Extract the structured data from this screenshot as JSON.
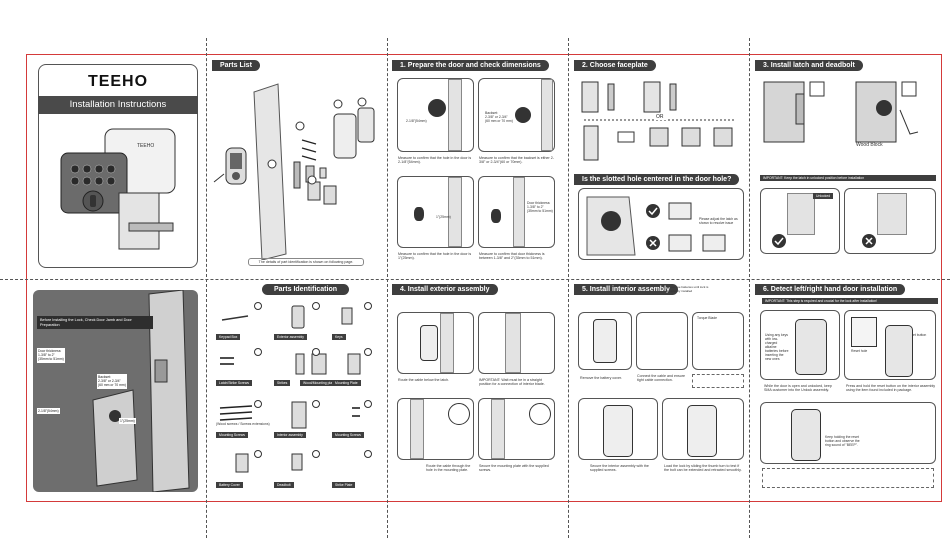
{
  "brand": "TEEHO",
  "cover": {
    "title": "Installation Instructions"
  },
  "parts_list": {
    "header": "Parts List",
    "footnote": "The details of part identification is shown on following page."
  },
  "step1": {
    "header": "1. Prepare the door and check dimensions",
    "hole_label": "2-1/8\"(54mm)",
    "backset_label": "Backset:\n2-3/8\" or 2-3/4\"\n(60 mm or 70 mm)",
    "latch_hole_label": "1\"(25mm)",
    "thickness_label": "Door thickness:\n1-3/8\" to 2\"\n(35mm to 51mm)",
    "cap1": "Measure to confirm that the hole in the door is 2-1/8\"(54mm).",
    "cap2": "Measure to confirm that the backset is either 2-3/8\" or 2-3/4\"(60 or 70mm).",
    "cap3": "Measure to confirm that the hole in the door is 1\"(25mm).",
    "cap4": "Measure to confirm that door thickness is between 1-3/8\" and 2\"(35mm to 51mm)."
  },
  "step2": {
    "header": "2. Choose faceplate",
    "or": "OR",
    "sub_header": "Is the slotted hole centered in the door hole?",
    "adjust_note": "Please adjust the latch as shown to resolve issue"
  },
  "step3": {
    "header": "3. Install latch and deadbolt",
    "wood_block": "Wood Block",
    "important": "IMPORTANT: Keep the latch in unlocked position before installation",
    "unlocked": "Unlocked"
  },
  "prep_card": {
    "title": "Before Installing the Lock, Check Door Jamb and Door Preparation",
    "thickness": "Door thickness:\n1-3/8\" to 2\"\n(35mm to 51mm)",
    "backset": "Backset:\n2-3/8\" or 2-3/4\"\n(60 mm or 70 mm)",
    "hole": "2-1/8\"(54mm)",
    "latch": "1\"(25mm)"
  },
  "parts_id": {
    "header": "Parts Identification",
    "labels": [
      "Keypad Box",
      "Exterior assembly",
      "Keys",
      "Latch/Strike Screws",
      "Strikes",
      "Wood/Mounting plate",
      "Mounting Plate",
      "Mounting Screws",
      "Interior assembly",
      "Deadbolt",
      "Mounting Screws",
      "Battery Cover",
      "Strike Plate"
    ],
    "row3_extra": "(Wood screws / Screws extensions)"
  },
  "step4": {
    "header": "4. Install exterior assembly",
    "cap1": "Route the cable below the latch.",
    "cap2": "IMPORTANT: Wait must be in a straight position for a connection of interior blade.",
    "cap3": "Route the cable through the hole in the mounting plate.",
    "cap4": "Secure the mounting plate with the supplied screws."
  },
  "step5": {
    "header": "5. Install interior assembly",
    "header_note": "Do not use batteries until lock is completely installed",
    "torque": "Torque Blade",
    "cap1": "Remove the battery cover.",
    "cap2": "Connect the cable and ensure tight cable connection.",
    "cap3": "Secure the interior assembly with the supplied screws.",
    "cap4": "Load the lock by sliding the thumb turn to test if the bolt can be extended and retracted smoothly."
  },
  "step6": {
    "header": "6. Detect left/right hand door installation",
    "important": "IMPORTANT: This step is required and crucial for the lock after installation!",
    "left_note": "Using any keys with low-charged alkaline batteries before inserting the new ones",
    "reset": "Reset button",
    "reset2": "Reset hole",
    "cap1": "While the door is open and unlocked, keep SMA customer into the Unlock assembly.",
    "cap2": "Press and hold the reset button on the interior assembly using the item found included in package.",
    "cap3": "Keep holding the reset button and observe the ring sound of \"BEEP\"."
  }
}
